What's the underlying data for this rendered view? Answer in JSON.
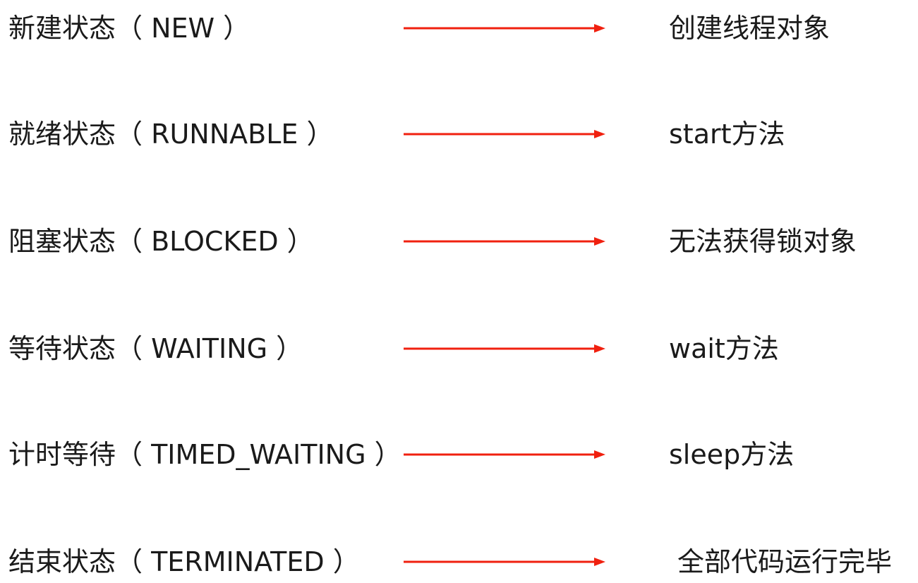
{
  "colors": {
    "arrow": "#f0200f",
    "text": "#1a1a1a",
    "background": "#ffffff"
  },
  "states": [
    {
      "state": "新建状态（ NEW ）",
      "trigger": "创建线程对象"
    },
    {
      "state": "就绪状态（ RUNNABLE ）",
      "trigger": "start方法"
    },
    {
      "state": "阻塞状态（ BLOCKED ）",
      "trigger": "无法获得锁对象"
    },
    {
      "state": "等待状态（ WAITING ）",
      "trigger": "wait方法"
    },
    {
      "state": "计时等待（ TIMED_WAITING ）",
      "trigger": "sleep方法"
    },
    {
      "state": "结束状态（ TERMINATED ）",
      "trigger": "全部代码运行完毕"
    }
  ]
}
